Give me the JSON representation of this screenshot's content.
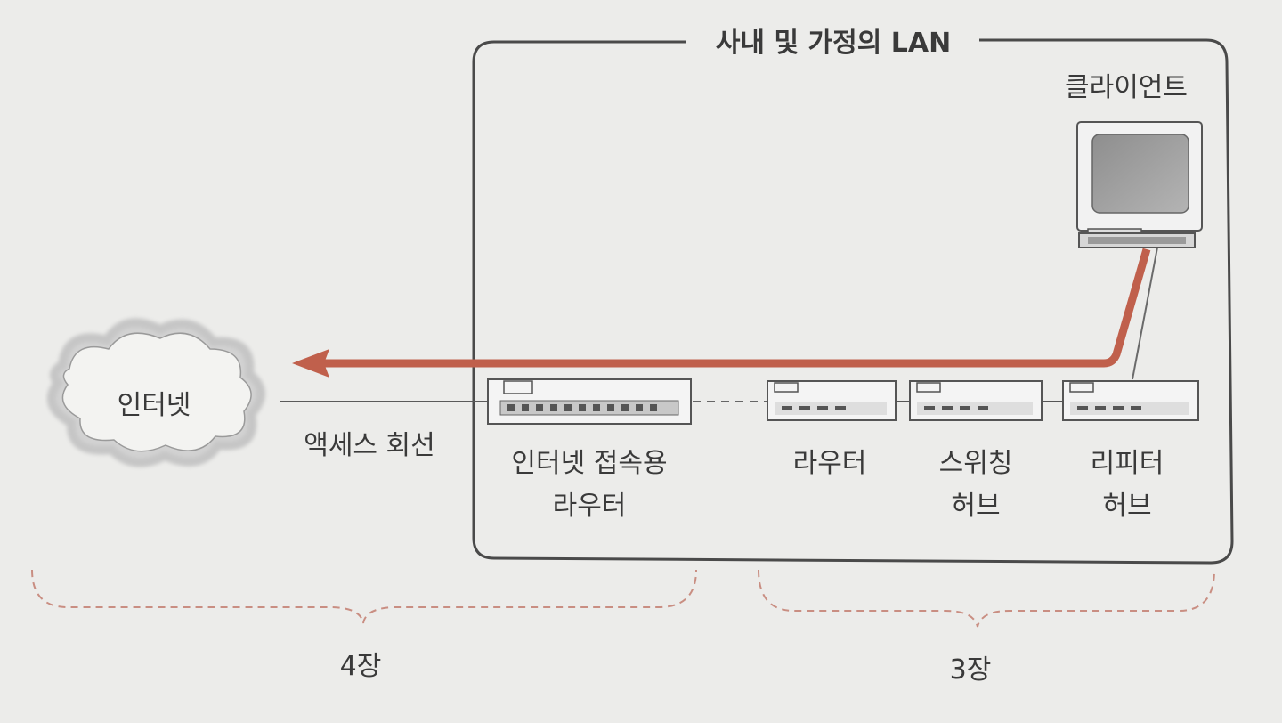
{
  "lan": {
    "title": "사내 및 가정의 LAN"
  },
  "client": {
    "label": "클라이언트"
  },
  "internet": {
    "label": "인터넷"
  },
  "access_line": {
    "label": "액세스 회선"
  },
  "access_router": {
    "label_line1": "인터넷 접속용",
    "label_line2": "라우터"
  },
  "router": {
    "label": "라우터"
  },
  "switching_hub": {
    "label_line1": "스위칭",
    "label_line2": "허브"
  },
  "repeater_hub": {
    "label_line1": "리피터",
    "label_line2": "허브"
  },
  "brace_left": {
    "label": "4장"
  },
  "brace_right": {
    "label": "3장"
  },
  "colors": {
    "arrow": "#c0604c",
    "brace": "#c98e82",
    "line": "#555555",
    "background": "#ececea"
  }
}
